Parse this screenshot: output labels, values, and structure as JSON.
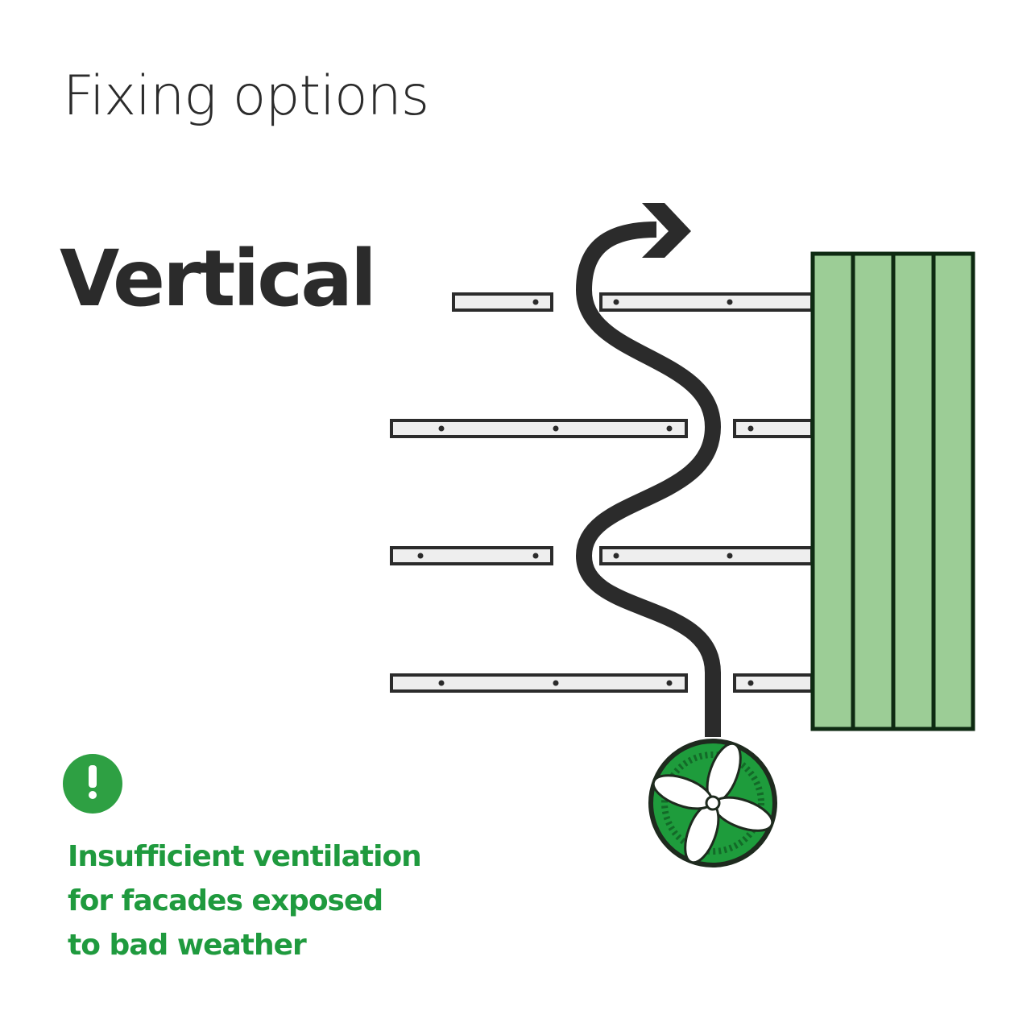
{
  "title": "Fixing options",
  "subtitle": "Vertical",
  "note": {
    "icon": "exclamation-circle-icon",
    "lines": [
      "Insufficient ventilation",
      "for facades exposed",
      "to bad weather"
    ]
  },
  "colors": {
    "text": "#2b2b2b",
    "accent_green": "#1f9a3e",
    "panel_green": "#9ccd96",
    "rail_fill": "#eeeeee",
    "fan_green": "#1e9c3c"
  }
}
